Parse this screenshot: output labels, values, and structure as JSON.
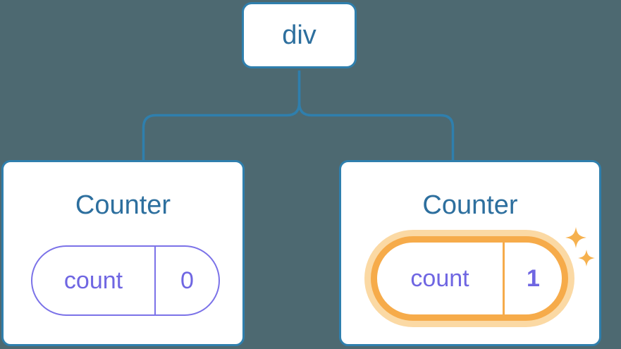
{
  "diagram": {
    "root": {
      "label": "div"
    },
    "left_counter": {
      "title": "Counter",
      "state_name": "count",
      "state_value": "0",
      "highlighted": false
    },
    "right_counter": {
      "title": "Counter",
      "state_name": "count",
      "state_value": "1",
      "highlighted": true
    }
  },
  "icons": {
    "sparkle": "✦"
  },
  "colors": {
    "background": "#4d6971",
    "node_border_blue": "#2f7fad",
    "node_text_blue": "#2d6f9e",
    "state_text_purple": "#6f66e2",
    "state_border_purple": "#7b72e8",
    "highlight_orange": "#f6ab4a",
    "highlight_glow": "#fbd9a4",
    "sparkle_orange": "#f6b14e",
    "node_fill": "#ffffff"
  }
}
